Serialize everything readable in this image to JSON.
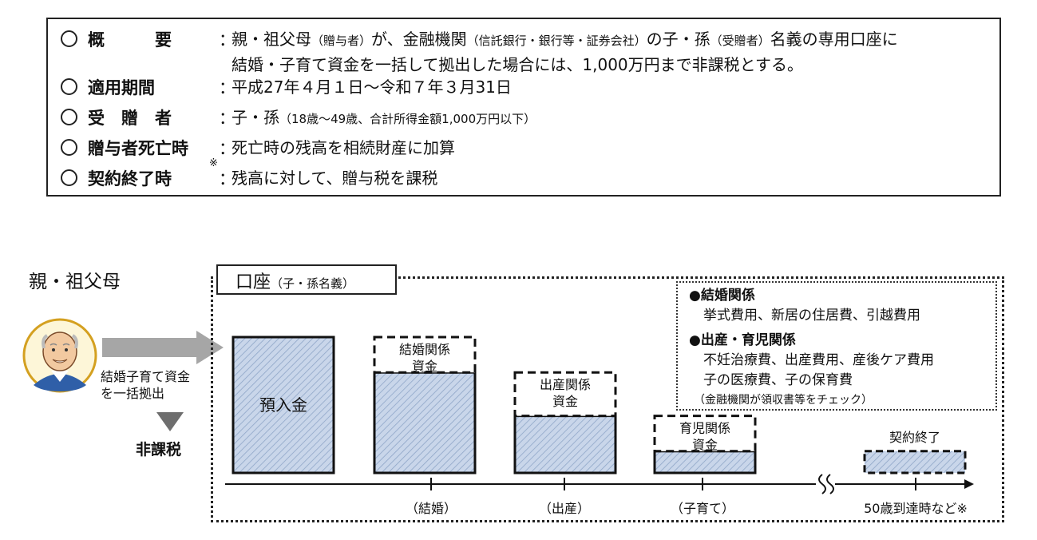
{
  "summary": {
    "rows": [
      {
        "key": "概　　　要",
        "val_a": "親・祖父母",
        "val_b": "（贈与者）",
        "val_c": "が、金融機関",
        "val_d": "（信託銀行・銀行等・証券会社）",
        "val_e": "の子・孫",
        "val_f": "（受贈者）",
        "val_g": "名義の専用口座に",
        "val_line2": "結婚・子育て資金を一括して拠出した場合には、1,000万円まで非課税とする。"
      },
      {
        "key": "適用期間",
        "val": "平成27年４月１日～令和７年３月31日"
      },
      {
        "key": "受　贈　者",
        "val_a": "子・孫",
        "val_b": "（18歳～49歳、合計所得金額1,000万円以下）"
      },
      {
        "key": "贈与者死亡時",
        "val": "死亡時の残高を相続財産に加算"
      },
      {
        "key": "契約終了時",
        "note_mark": "※",
        "val": "残高に対して、贈与税を課税"
      }
    ]
  },
  "diagram": {
    "grandparent_label": "親・祖父母",
    "lump_sum_line1": "結婚子育て資金",
    "lump_sum_line2": "を一括拠出",
    "tax_free": "非課税",
    "account_tab_main": "口座",
    "account_tab_sub": "（子・孫名義）",
    "legend": {
      "marriage_head": "●結婚関係",
      "marriage_items": "挙式費用、新居の住居費、引越費用",
      "birth_head": "●出産・育児関係",
      "birth_items_1": "不妊治療費、出産費用、産後ケア費用",
      "birth_items_2": "子の医療費、子の保育費",
      "note": "（金融機関が領収書等をチェック）"
    },
    "bars": [
      {
        "fill_label": "預入金",
        "solid_fraction": 1.0,
        "dashed_fraction": 0.0,
        "top_label": []
      },
      {
        "fill_label": "",
        "solid_fraction": 0.74,
        "dashed_fraction": 0.26,
        "top_label": [
          "結婚関係",
          "資金"
        ]
      },
      {
        "fill_label": "",
        "solid_fraction": 0.42,
        "dashed_fraction": 0.32,
        "top_label": [
          "出産関係",
          "資金"
        ]
      },
      {
        "fill_label": "",
        "solid_fraction": 0.16,
        "dashed_fraction": 0.26,
        "top_label": [
          "育児関係",
          "資金"
        ]
      },
      {
        "fill_label": "",
        "solid_fraction": 0.16,
        "dashed_fraction": 0.0,
        "top_label": [
          "契約終了"
        ],
        "dashed_outline": true
      }
    ],
    "timeline_labels": [
      "（結婚）",
      "（出産）",
      "（子育て）",
      "50歳到達時など※"
    ],
    "colors": {
      "bar_fill": "#c9d6ea",
      "hatch": "#8fa6c8",
      "arrow": "#a6a6a6",
      "stroke": "#111111",
      "skin": "#f2c9a0",
      "avatar_bg": "#fdf6d8"
    }
  }
}
